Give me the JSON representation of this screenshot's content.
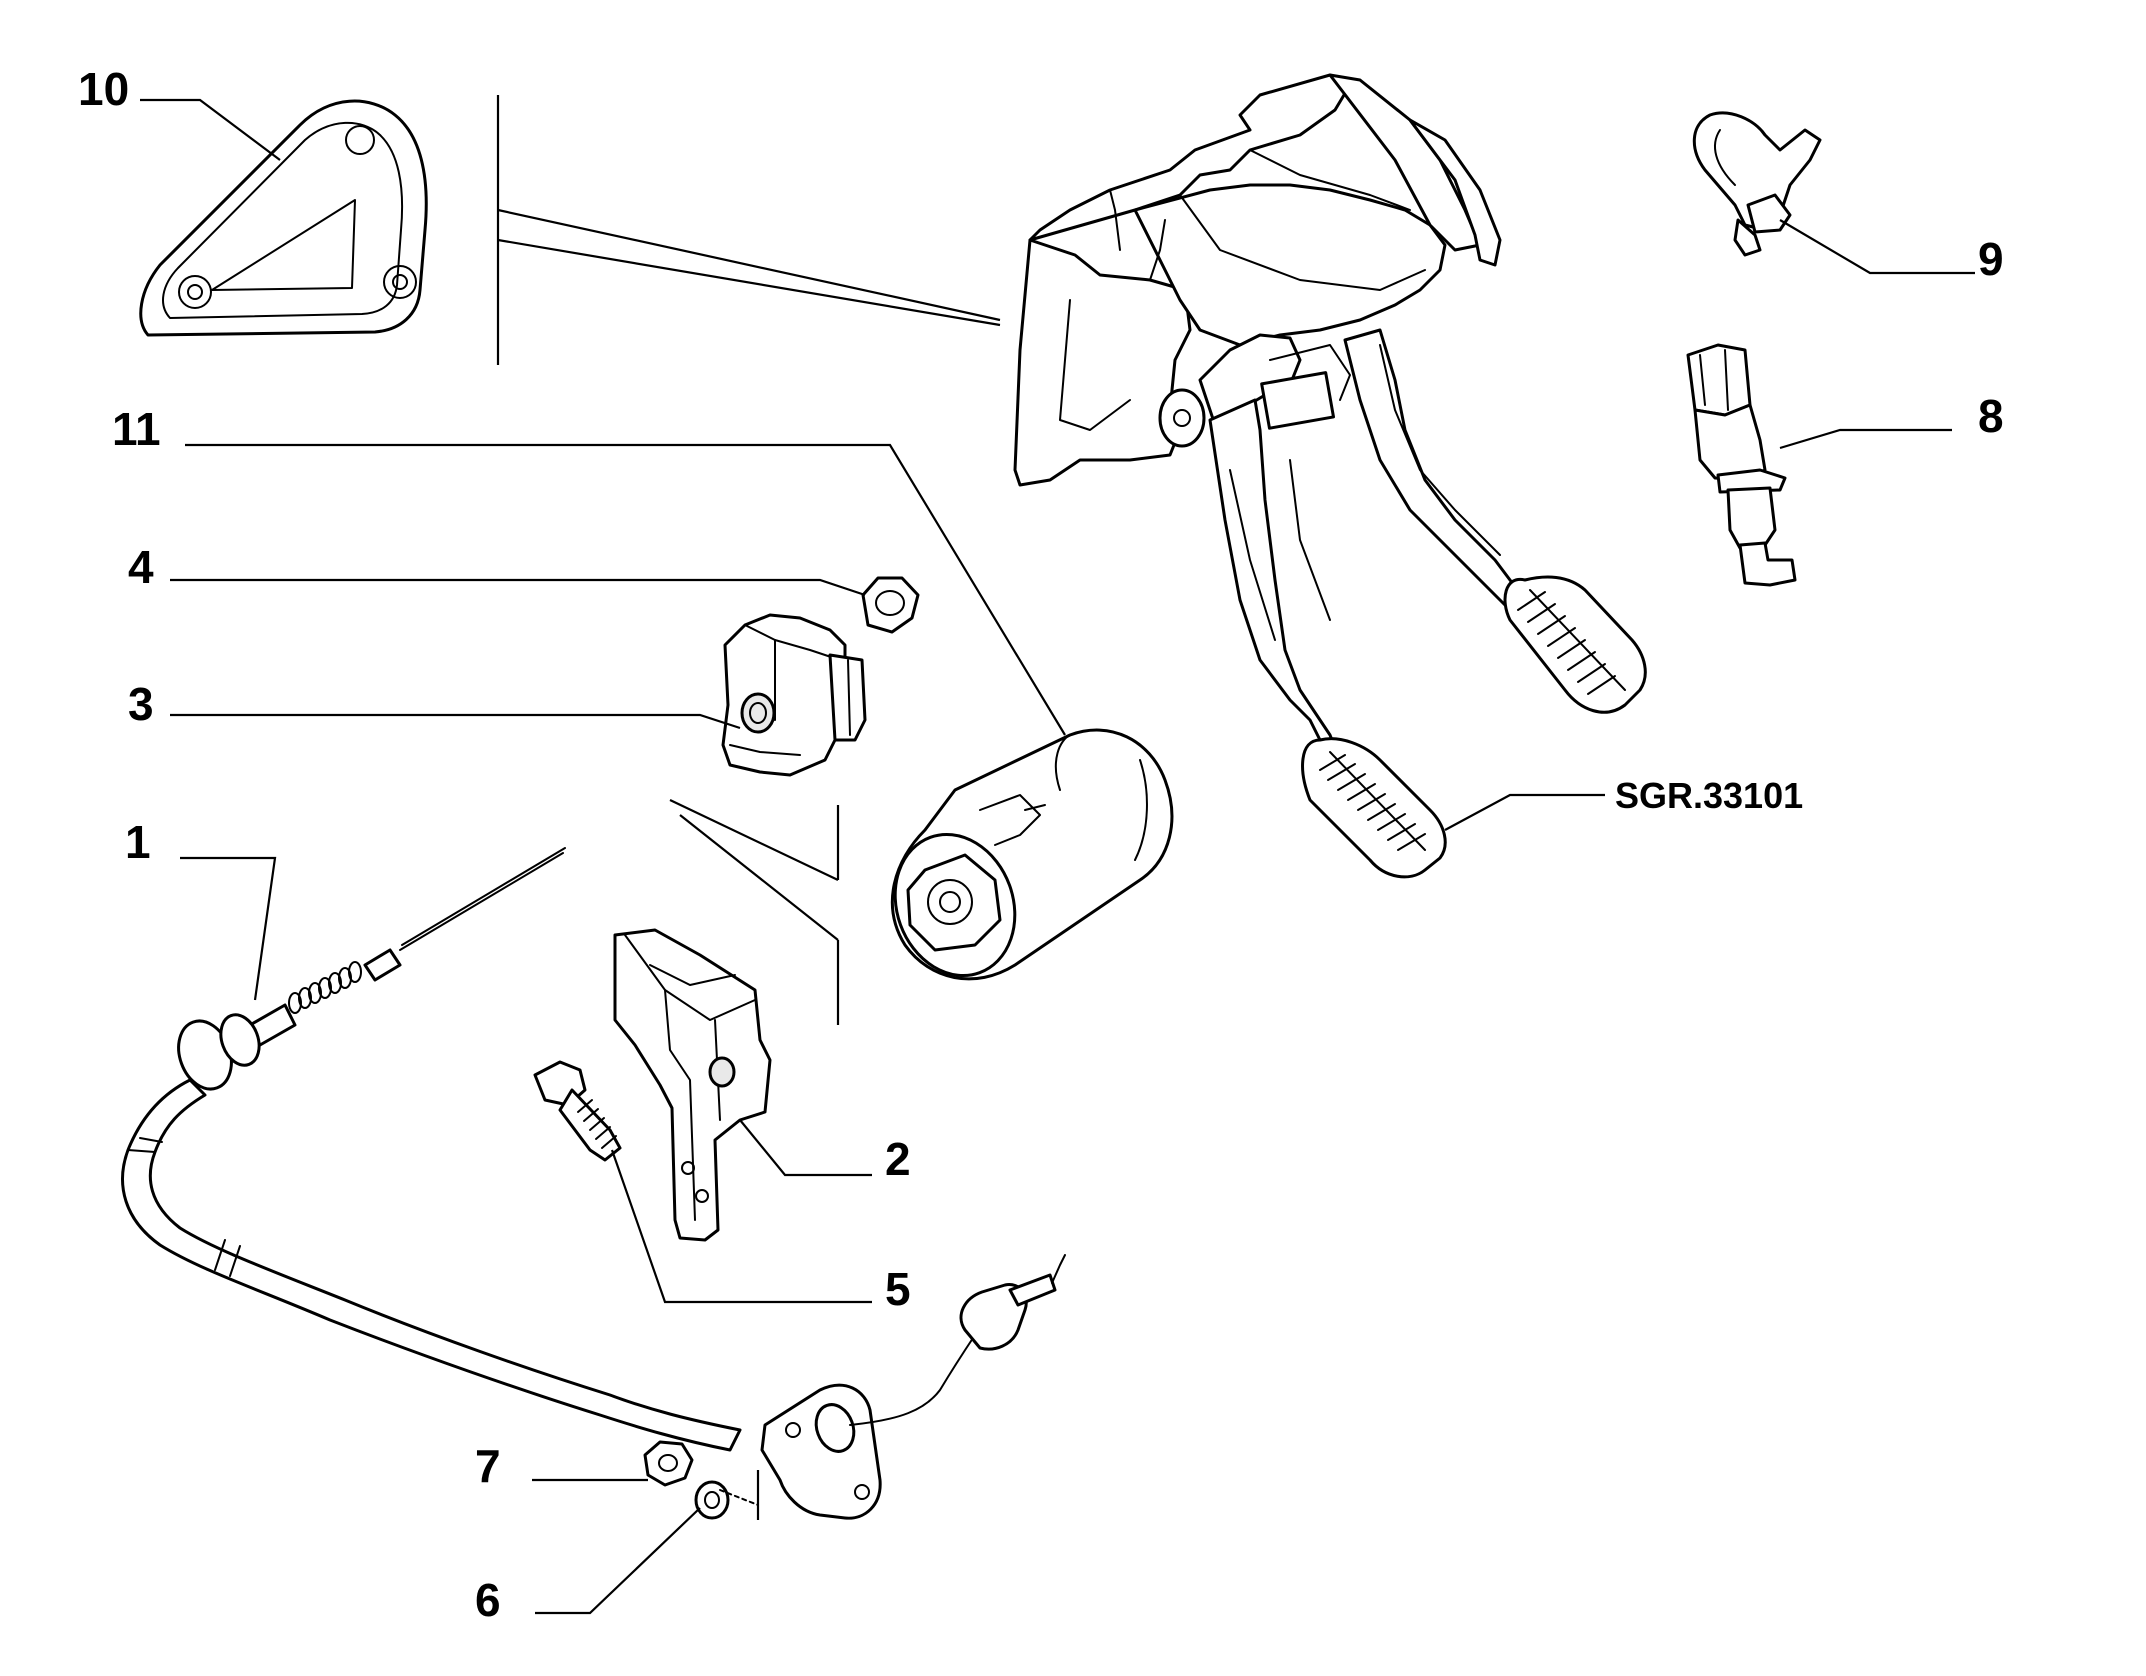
{
  "diagram": {
    "reference_code": "SGR.33101",
    "callouts": [
      {
        "id": "10",
        "label": "10"
      },
      {
        "id": "11",
        "label": "11"
      },
      {
        "id": "4",
        "label": "4"
      },
      {
        "id": "3",
        "label": "3"
      },
      {
        "id": "1",
        "label": "1"
      },
      {
        "id": "2",
        "label": "2"
      },
      {
        "id": "5",
        "label": "5"
      },
      {
        "id": "7",
        "label": "7"
      },
      {
        "id": "6",
        "label": "6"
      },
      {
        "id": "9",
        "label": "9"
      },
      {
        "id": "8",
        "label": "8"
      }
    ]
  }
}
